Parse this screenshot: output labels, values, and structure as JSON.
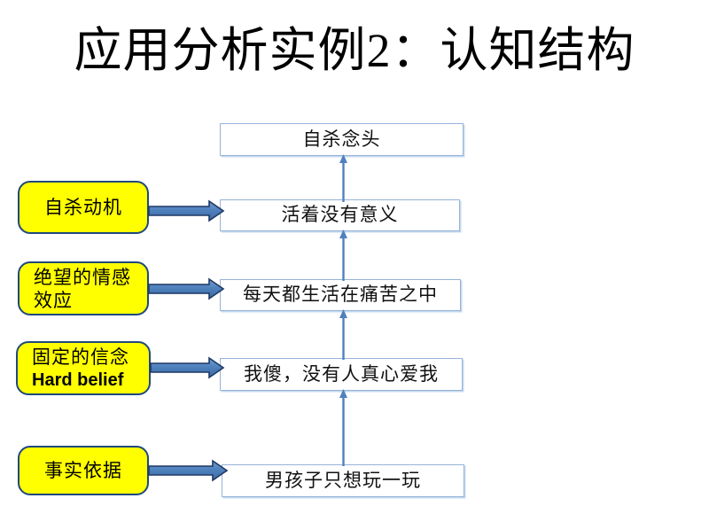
{
  "slide": {
    "title": "应用分析实例2：认知结构",
    "accent_yellow": "#ffff00",
    "accent_border_navy": "#1f497d",
    "box_border_blue": "#95b3d7",
    "arrow_blue": "#4f81bd"
  },
  "chain_boxes": [
    {
      "label": "自杀念头"
    },
    {
      "label": "活着没有意义"
    },
    {
      "label": "每天都生活在痛苦之中"
    },
    {
      "label": "我傻，没有人真心爱我"
    },
    {
      "label": "男孩子只想玩一玩"
    }
  ],
  "cause_boxes": [
    {
      "line1": "自杀动机",
      "line2": ""
    },
    {
      "line1": "绝望的情感",
      "line2": "效应"
    },
    {
      "line1": "固定的信念",
      "line2": "Hard belief"
    },
    {
      "line1": "事实依据",
      "line2": ""
    }
  ],
  "arrows": {
    "horizontal_icon": "right-block-arrow-icon",
    "vertical_icon": "up-arrow-icon",
    "horizontal_count": 4,
    "vertical_count": 4
  }
}
